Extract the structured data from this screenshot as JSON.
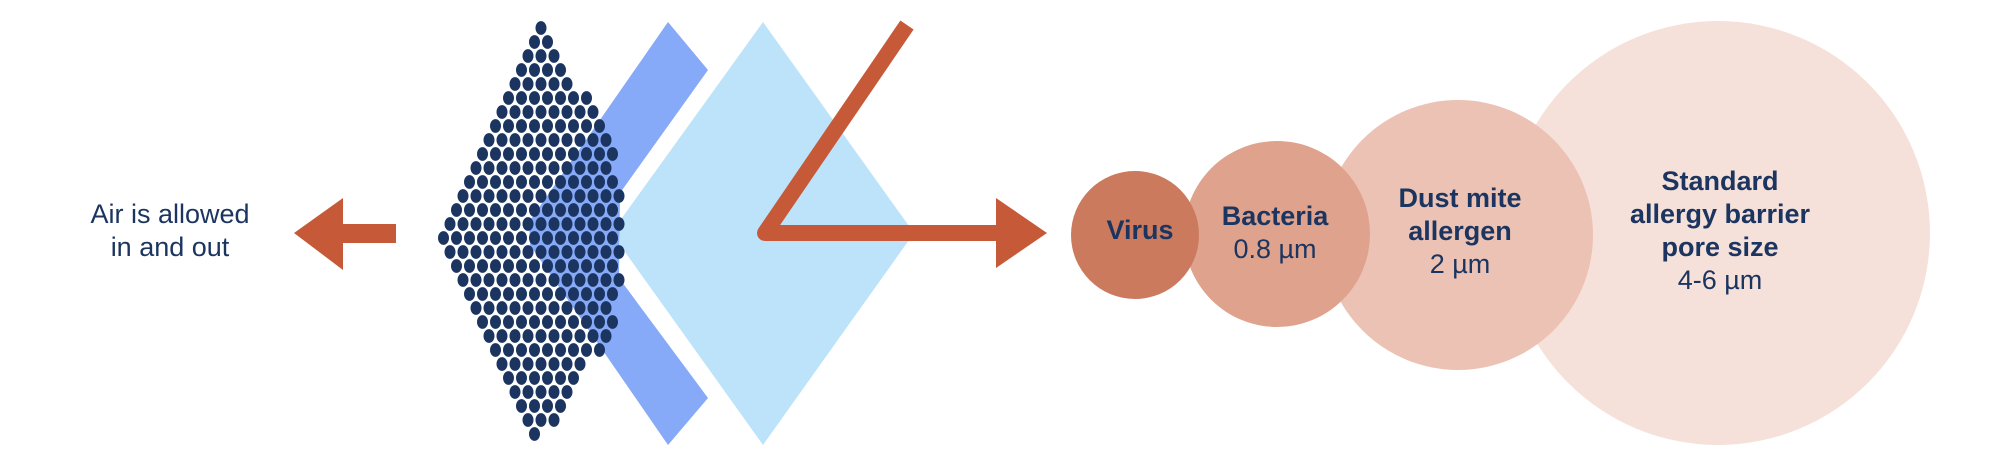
{
  "colors": {
    "navy": "#1b3560",
    "arrow": "#c65a38",
    "layer_dark": "#86a9f8",
    "layer_light": "#bde3fa",
    "virus": "#cc7a5e",
    "bacteria": "#dfa28c",
    "dust_mite": "#ebc2b3",
    "pore": "#f6e1da"
  },
  "airflow": {
    "line1": "Air is allowed",
    "line2": "in and out"
  },
  "particles": {
    "virus": {
      "name": "Virus"
    },
    "bacteria": {
      "name": "Bacteria",
      "size": "0.8 µm"
    },
    "dust_mite": {
      "line1": "Dust mite",
      "line2": "allergen",
      "size": "2 µm"
    },
    "pore": {
      "line1": "Standard",
      "line2": "allergy barrier",
      "line3": "pore size",
      "size": "4-6 µm"
    }
  }
}
